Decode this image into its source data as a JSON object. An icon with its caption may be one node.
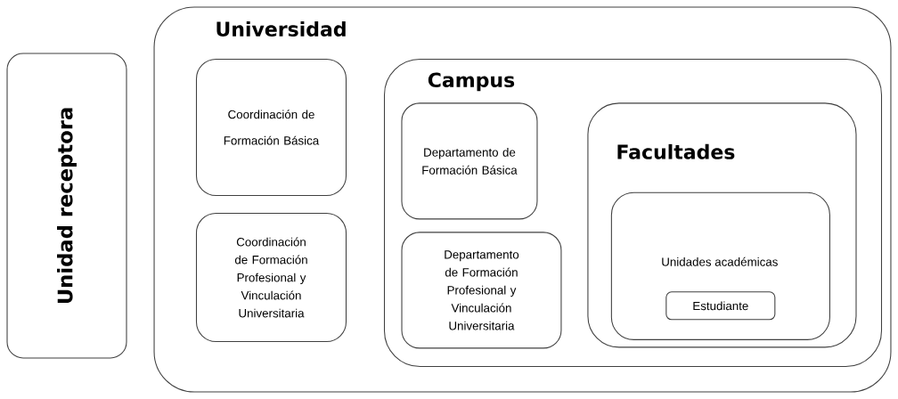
{
  "diagram": {
    "nodes": [
      {
        "text": [
          "Unidad receptora"
        ]
      },
      {
        "text": [
          "Universidad"
        ]
      },
      {
        "text": [
          "Coordinación de Formación Básica"
        ],
        "in": 1
      },
      {
        "text": [
          "Coordinación de Formación Profesional y Vinculación Universitaria"
        ],
        "in": 1
      },
      {
        "text": [
          "Campus"
        ],
        "in": 1
      },
      {
        "text": [
          "Departamento de Formación Básica"
        ],
        "in": 4
      },
      {
        "text": [
          "Departamento de Formación Profesional y Vinculación Universitaria"
        ],
        "in": 4
      },
      {
        "text": [
          "Facultades"
        ],
        "in": 4
      },
      {
        "text": [
          "Unidades académicas"
        ],
        "in": 7
      },
      {
        "text": [
          "Estudiante"
        ],
        "in": 8
      }
    ]
  }
}
